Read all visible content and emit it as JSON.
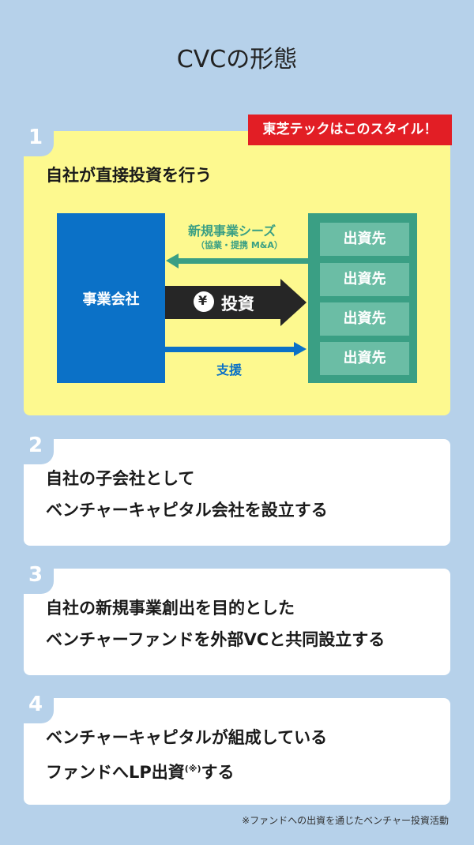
{
  "title": "CVCの形態",
  "badge": "東芝テックはこのスタイル！",
  "cards": [
    {
      "number": "1",
      "lines": [
        "自社が直接投資を行う"
      ]
    },
    {
      "number": "2",
      "lines": [
        "自社の子会社として",
        "ベンチャーキャピタル会社を設立する"
      ]
    },
    {
      "number": "3",
      "lines": [
        "自社の新規事業創出を目的とした",
        "ベンチャーファンドを外部VCと共同設立する"
      ]
    },
    {
      "number": "4",
      "lines": [
        "ベンチャーキャピタルが組成している",
        "ファンドへLP出資",
        "(※)",
        "する"
      ]
    }
  ],
  "diagram": {
    "company": "事業会社",
    "investees": [
      "出資先",
      "出資先",
      "出資先",
      "出資先"
    ],
    "seeds_label": "新規事業シーズ",
    "seeds_sub": "（協業・提携 M&A）",
    "yen": "¥",
    "invest_label": "投資",
    "support_label": "支援"
  },
  "footnote": "※ファンドへの出資を通じたベンチャー投資活動",
  "colors": {
    "background": "#b6d1ea",
    "yellow": "#fdf98f",
    "red": "#e21e25",
    "blue": "#0b71c7",
    "green": "#3a9f84"
  }
}
